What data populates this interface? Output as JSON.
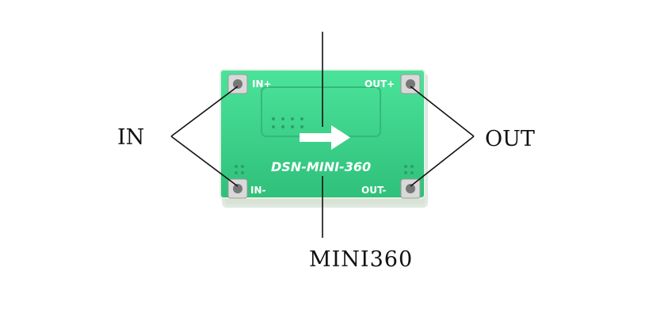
{
  "callouts": {
    "input": "IN",
    "output": "OUT",
    "module": "MINI360"
  },
  "board": {
    "model": "DSN-MINI-360",
    "pads": {
      "in_plus": "IN+",
      "in_minus": "IN-",
      "out_plus": "OUT+",
      "out_minus": "OUT-"
    }
  },
  "colors": {
    "pcb": "#3fd48a",
    "silkscreen": "#ffffff",
    "pad": "#d9d9d9",
    "lines": "#111111"
  }
}
